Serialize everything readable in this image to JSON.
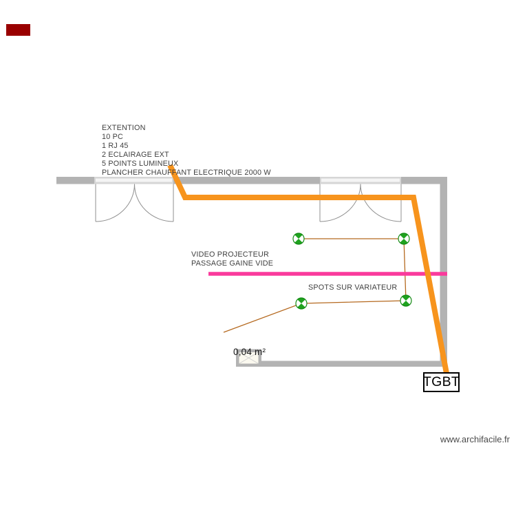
{
  "annotations": {
    "extension_note": {
      "lines": [
        "EXTENTION",
        "10 PC",
        "1 RJ 45",
        "2 ECLAIRAGE EXT",
        "5 POINTS LUMINEUX",
        "PLANCHER CHAUFFANT ELECTRIQUE 2000 W"
      ]
    },
    "video_note": {
      "lines": [
        "VIDEO PROJECTEUR",
        "PASSAGE GAINE VIDE"
      ]
    },
    "spots_label": "SPOTS SUR VARIATEUR",
    "area_label": "0,04 m²",
    "tgbt_label": "TGBT",
    "watermark": "www.archifacile.fr"
  },
  "colors": {
    "wall_gray": "#b3b3b3",
    "cable_orange": "#f7941d",
    "wire_brown": "#b5691f",
    "spot_green": "#1fa21f",
    "conduit_magenta": "#fa3a9c",
    "marker_red": "#990000",
    "text_gray": "#3f3f3f"
  },
  "icons": {
    "spot_light_icon": "circle with green top/bottom quadrant wedges (ceiling spot symbol)",
    "door_arc_icon": "quarter-circle double door swing symbol"
  },
  "counts": {
    "spot_lights": 4,
    "double_doors": 2
  }
}
